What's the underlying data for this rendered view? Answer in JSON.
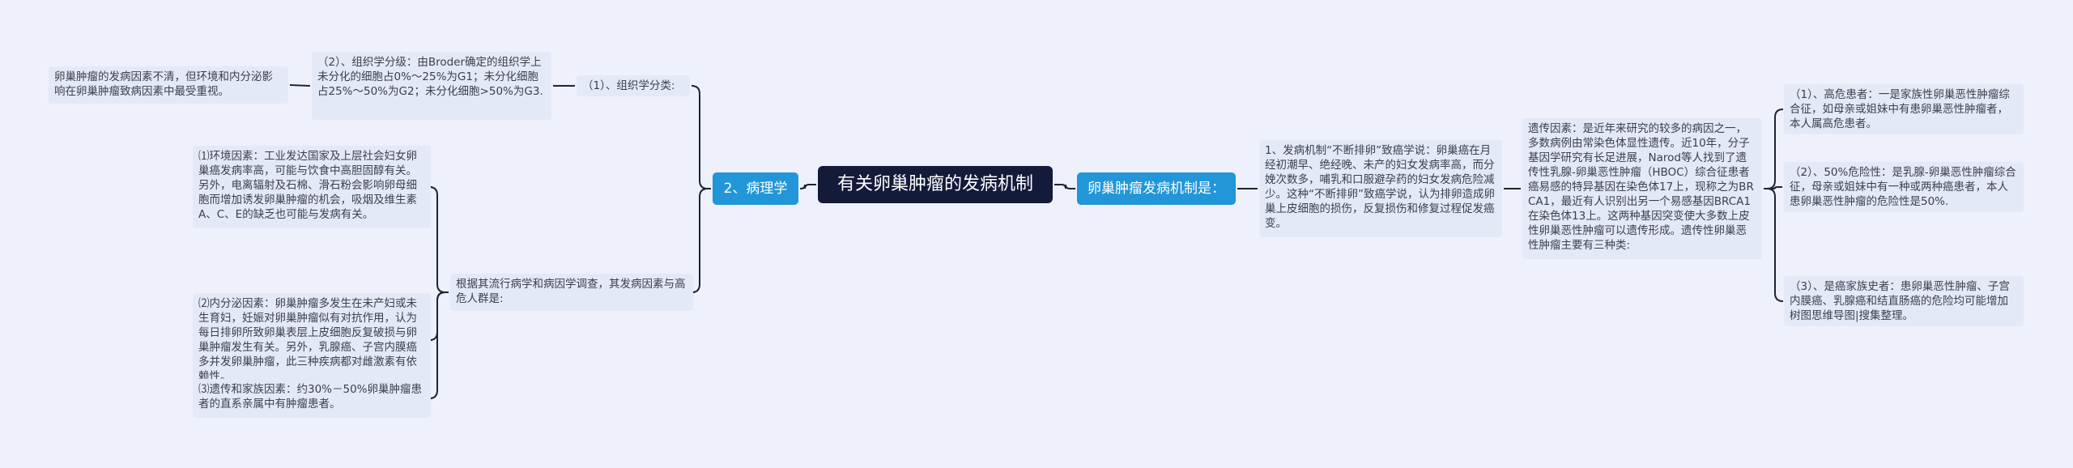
{
  "root": {
    "label": "有关卵巢肿瘤的发病机制"
  },
  "left": {
    "branch": {
      "label": "2、病理学"
    },
    "sub1": {
      "label": "（1）、组织学分类:",
      "child": {
        "label": "（2）、组织学分级：由Broder确定的组织学上未分化的细胞占0%～25%为G1；未分化细胞占25%～50%为G2；未分化细胞>50%为G3.",
        "leaf": "卵巢肿瘤的发病因素不清，但环境和内分泌影响在卵巢肿瘤致病因素中最受重视。"
      }
    },
    "sub2": {
      "label": "根据其流行病学和病因学调查，其发病因素与高危人群是:",
      "children": [
        "⑴环境因素：工业发达国家及上层社会妇女卵巢癌发病率高，可能与饮食中高胆固醇有关。另外，电离辐射及石棉、滑石粉会影响卵母细胞而增加诱发卵巢肿瘤的机会，吸烟及维生素A、C、E的缺乏也可能与发病有关。",
        "⑵内分泌因素：卵巢肿瘤多发生在未产妇或未生育妇，妊娠对卵巢肿瘤似有对抗作用，认为每日排卵所致卵巢表层上皮细胞反复破损与卵巢肿瘤发生有关。另外，乳腺癌、子宫内膜癌多并发卵巢肿瘤，此三种疾病都对雌激素有依赖性。",
        "⑶遗传和家族因素：约30%－50%卵巢肿瘤患者的直系亲属中有肿瘤患者。"
      ]
    }
  },
  "right": {
    "branch": {
      "label": "卵巢肿瘤发病机制是："
    },
    "sub": {
      "label": "1、发病机制“不断排卵”致癌学说：卵巢癌在月经初潮早、绝经晚、未产的妇女发病率高，而分娩次数多，哺乳和口服避孕药的妇女发病危险减少。这种“不断排卵”致癌学说，认为排卵造成卵巢上皮细胞的损伤，反复损伤和修复过程促发癌变。",
      "child": {
        "label": "遗传因素：是近年来研究的较多的病因之一，多数病例由常染色体显性遗传。近10年，分子基因学研究有长足进展，Narod等人找到了遗传性乳腺-卵巢恶性肿瘤（HBOC）综合征患者癌易感的特异基因在染色体17上，现称之为BRCA1，最近有人识别出另一个易感基因BRCA1在染色体13上。这两种基因突变使大多数上皮性卵巢恶性肿瘤可以遗传形成。遗传性卵巢恶性肿瘤主要有三种类:",
        "children": [
          "（1）、高危患者：一是家族性卵巢恶性肿瘤综合征，如母亲或姐妹中有患卵巢恶性肿瘤者，本人属高危患者。",
          "（2）、50%危险性：是乳腺-卵巢恶性肿瘤综合征，母亲或姐妹中有一种或两种癌患者，本人患卵巢恶性肿瘤的危险性是50%.",
          "（3）、是癌家族史者：患卵巢恶性肿瘤、子宫内膜癌、乳腺癌和结直肠癌的危险均可能增加树图思维导图|搜集整理。"
        ]
      }
    }
  },
  "colors": {
    "background": "#eef1fb",
    "root": "#141a3a",
    "branch": "#2196d8",
    "node": "#e4e9f8",
    "line": "#1f2433"
  }
}
